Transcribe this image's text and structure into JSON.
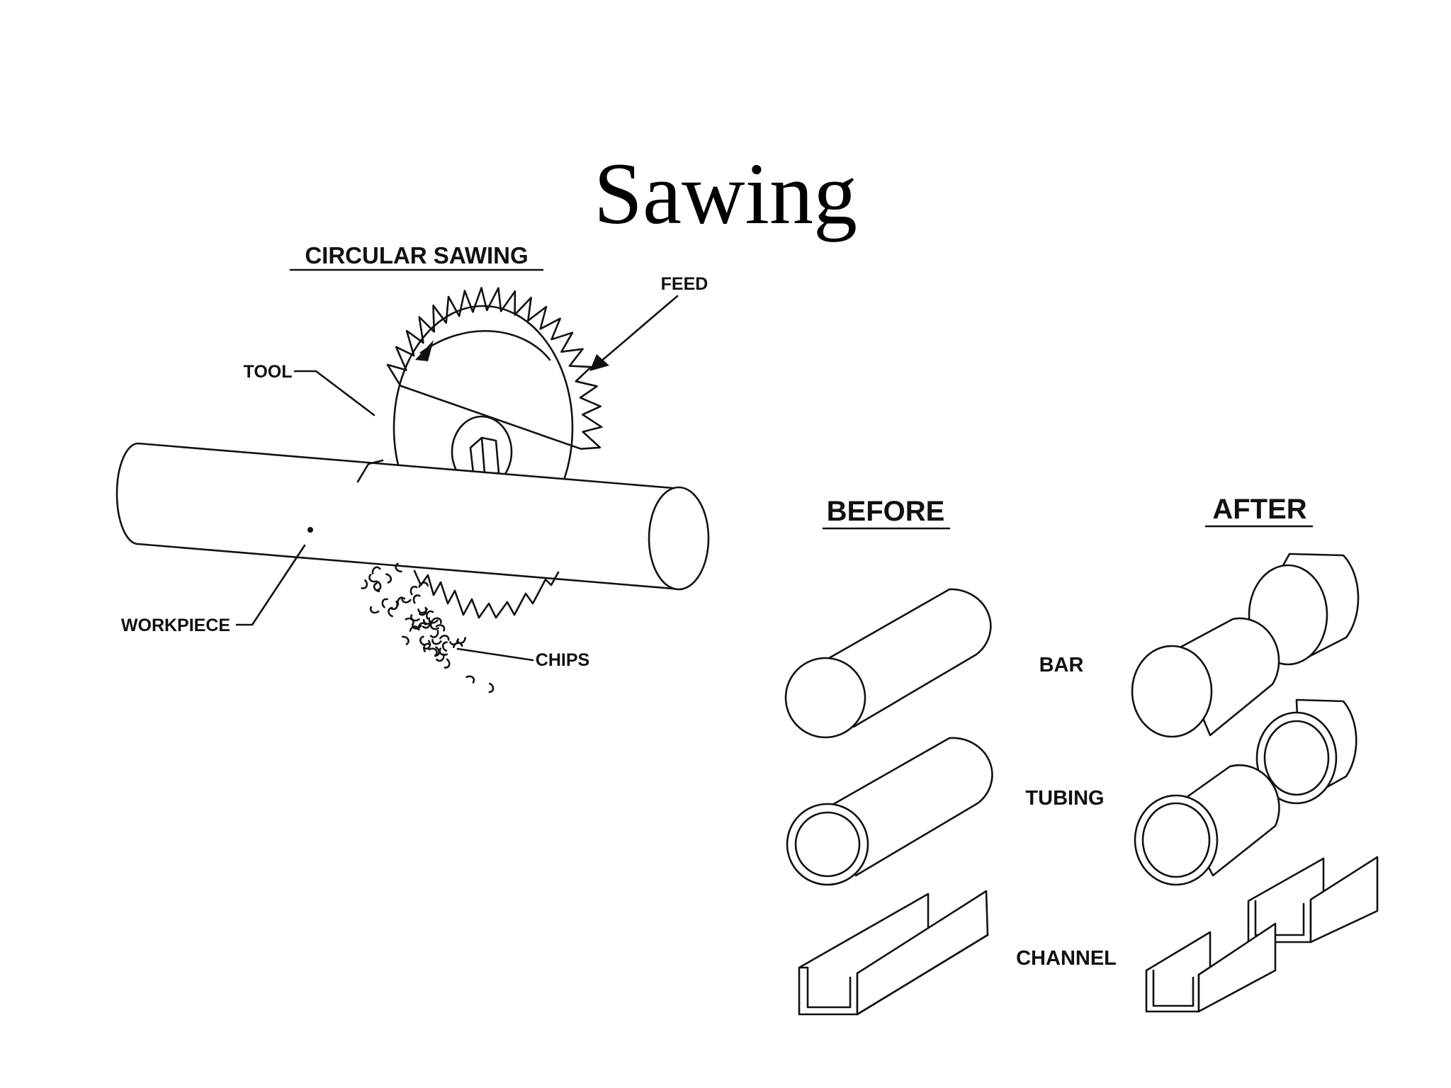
{
  "title": "Sawing",
  "circular": {
    "heading": "CIRCULAR SAWING",
    "feed": "FEED",
    "tool": "TOOL",
    "workpiece": "WORKPIECE",
    "chips": "CHIPS"
  },
  "comparison": {
    "before": "BEFORE",
    "after": "AFTER",
    "rows": [
      "BAR",
      "TUBING",
      "CHANNEL"
    ]
  }
}
